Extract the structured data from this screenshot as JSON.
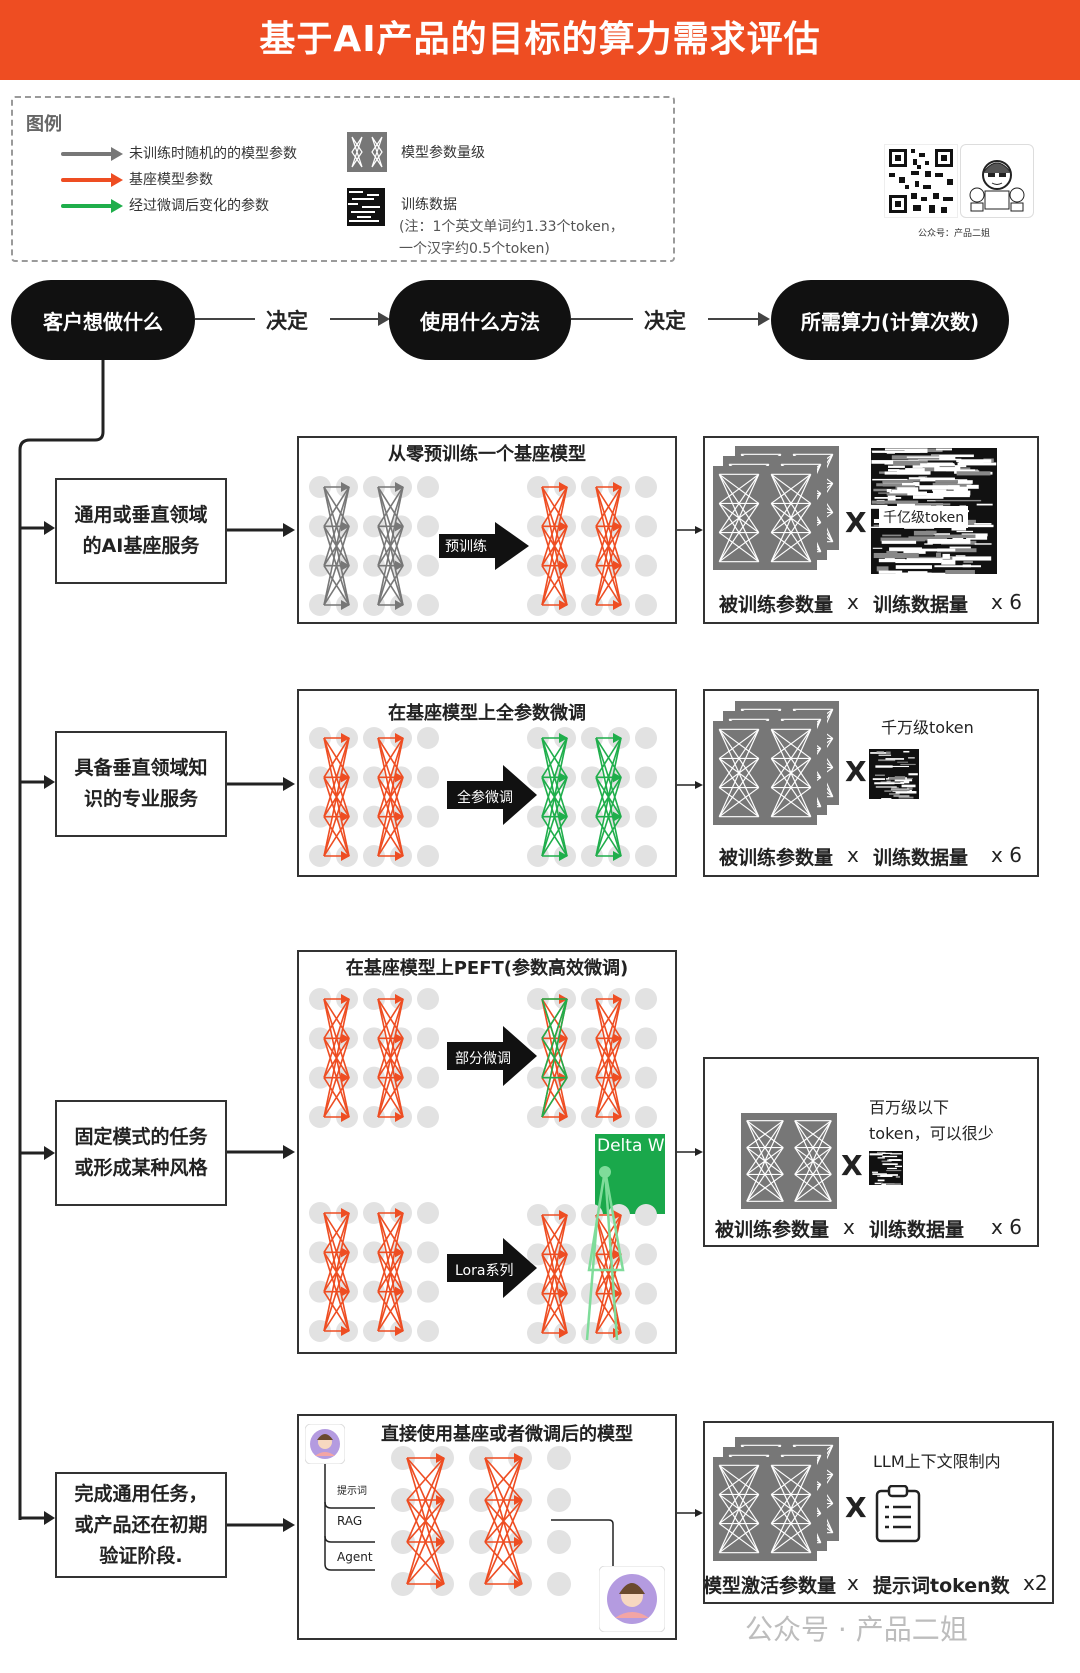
{
  "title": "基于AI产品的目标的算力需求评估",
  "legend": {
    "heading": "图例",
    "items": [
      {
        "label": "未训练时随机的的模型参数",
        "color": "#777777"
      },
      {
        "label": "基座模型参数",
        "color": "#ee4d22"
      },
      {
        "label": "经过微调后变化的参数",
        "color": "#1fae4b"
      }
    ],
    "params_label": "模型参数量级",
    "data_label": "训练数据",
    "data_note": "(注：1个英文单词约1.33个token，\n一个汉字约0.5个token)"
  },
  "qr_caption": "公众号：产品二姐",
  "flow": {
    "step1": "客户想做什么",
    "decide1": "决定",
    "step2": "使用什么方法",
    "decide2": "决定",
    "step3": "所需算力(计算次数)"
  },
  "rows": [
    {
      "left": "通用或垂直领域\n的AI基座服务",
      "method_title": "从零预训练一个基座模型",
      "arrow_label": "预训练",
      "data_label": "千亿级token",
      "formula_a": "被训练参数量",
      "formula_x": "x",
      "formula_b": "训练数据量",
      "multiplier": "x 6"
    },
    {
      "left": "具备垂直领域知\n识的专业服务",
      "method_title": "在基座模型上全参数微调",
      "arrow_label": "全参微调",
      "data_label": "千万级token",
      "formula_a": "被训练参数量",
      "formula_x": "x",
      "formula_b": "训练数据量",
      "multiplier": "x 6"
    },
    {
      "left": "固定模式的任务\n或形成某种风格",
      "method_title": "在基座模型上PEFT(参数高效微调)",
      "arrow_label": "部分微调",
      "arrow_label_2": "Lora系列",
      "delta_label": "Delta W",
      "data_label": "百万级以下\ntoken，可以很少",
      "formula_a": "被训练参数量",
      "formula_x": "x",
      "formula_b": "训练数据量",
      "multiplier": "x 6"
    },
    {
      "left": "完成通用任务，\n或产品还在初期\n验证阶段.",
      "method_title": "直接使用基座或者微调后的模型",
      "inputs": [
        "提示词",
        "RAG",
        "Agent"
      ],
      "data_label": "LLM上下文限制内",
      "formula_a": "模型激活参数量",
      "formula_x": "x",
      "formula_b": "提示词token数",
      "multiplier": "x2"
    }
  ],
  "big_x": "X",
  "watermark": "公众号 · 产品二姐"
}
